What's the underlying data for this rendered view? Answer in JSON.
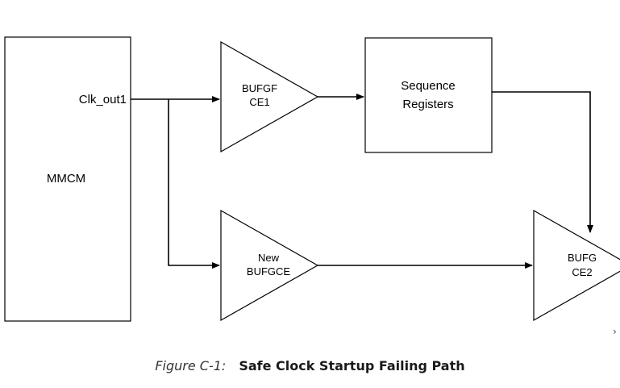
{
  "blocks": {
    "mmcm": {
      "label": "MMCM",
      "port": "Clk_out1"
    },
    "bufgf_ce1": {
      "line1": "BUFGF",
      "line2": "CE1"
    },
    "sequence_registers": {
      "line1": "Sequence",
      "line2": "Registers"
    },
    "new_bufgce": {
      "line1": "New",
      "line2": "BUFGCE"
    },
    "bufg_ce2": {
      "line1": "BUFG",
      "line2": "CE2"
    }
  },
  "caption": {
    "figure": "Figure C-1:",
    "title": "Safe Clock Startup Failing Path"
  },
  "edge_marker": "›"
}
